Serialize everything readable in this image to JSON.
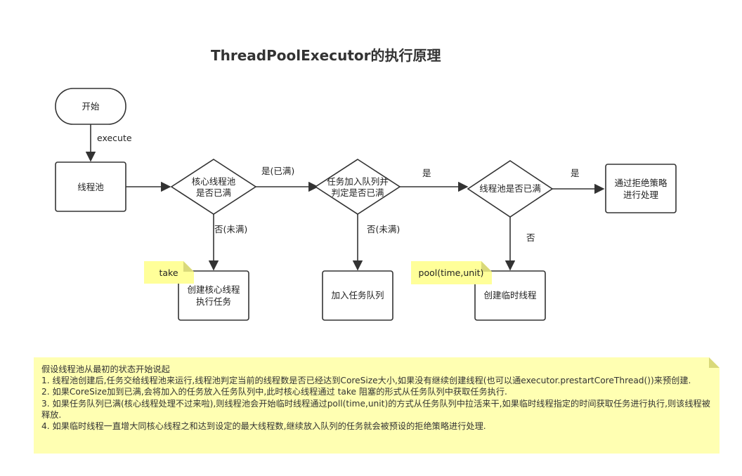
{
  "title": "ThreadPoolExecutor的执行原理",
  "nodes": {
    "start": "开始",
    "pool": "线程池",
    "core_check": [
      "核心线程池",
      "是否已满"
    ],
    "queue_check": [
      "任务加入队列并",
      "判定是否已满"
    ],
    "pool_check": "线程池是否已满",
    "reject": [
      "通过拒绝策略",
      "进行处理"
    ],
    "create_core": [
      "创建核心线程",
      "执行任务"
    ],
    "add_queue": "加入任务队列",
    "create_temp": "创建临时线程"
  },
  "edges": {
    "execute": "execute",
    "core_full": "是(已满)",
    "core_not_full": "否(未满)",
    "queue_full": "是",
    "queue_not_full": "否(未满)",
    "pool_full": "是",
    "pool_not_full": "否"
  },
  "notes": {
    "take": "take",
    "poll": "pool(time,unit)"
  },
  "explanation": [
    "假设线程池从最初的状态开始说起",
    "1. 线程池创建后,任务交给线程池来运行,线程池判定当前的线程数是否已经达到CoreSize大小,如果没有继续创建线程(也可以通executor.prestartCoreThread())来预创建.",
    "2. 如果CoreSize加到已满,会将加入的任务放入任务队列中,此时核心线程通过 take 阻塞的形式从任务队列中获取任务执行.",
    "3. 如果任务队列已满(核心线程处理不过来啦),则线程池会开始临时线程通过poll(time,unit)的方式从任务队列中拉活来干,如果临时线程指定的时间获取任务进行执行,则该线程被释放.",
    "4. 如果临时线程一直增大同核心线程之和达到设定的最大线程数,继续放入队列的任务就会被预设的拒绝策略进行处理."
  ],
  "colors": {
    "note": "#ffff99",
    "explanation_bg": "#ffffb2",
    "stroke": "#333333"
  }
}
